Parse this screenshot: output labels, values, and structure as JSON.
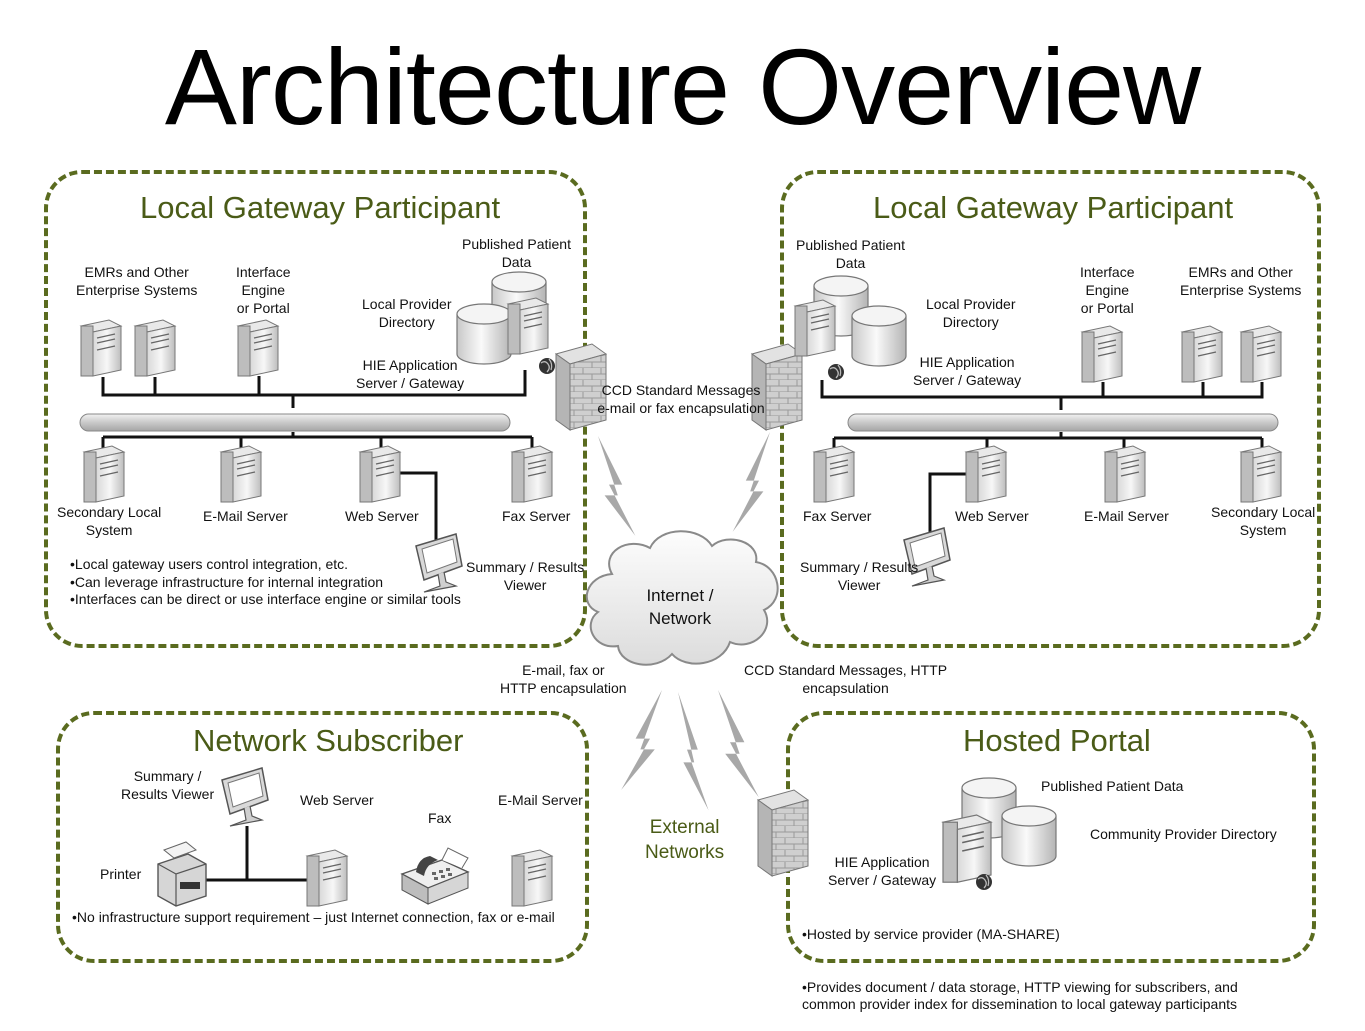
{
  "title": "Architecture Overview",
  "top_left": {
    "title": "Local Gateway Participant",
    "published_patient_data": "Published Patient\nData",
    "emrs": "EMRs and Other\nEnterprise Systems",
    "interface_engine": "Interface\nEngine\nor Portal",
    "local_provider_directory": "Local Provider\nDirectory",
    "hie_server": "HIE Application\nServer / Gateway",
    "secondary_local": "Secondary Local\nSystem",
    "email_server": "E-Mail Server",
    "web_server": "Web Server",
    "fax_server": "Fax Server",
    "summary_viewer": "Summary / Results\nViewer",
    "bullets": [
      "Local  gateway users control integration, etc.",
      "Can leverage infrastructure for internal integration",
      "Interfaces can be direct or use interface engine or similar tools"
    ]
  },
  "top_right": {
    "title": "Local Gateway Participant",
    "published_patient_data": "Published Patient\nData",
    "local_provider_directory": "Local Provider\nDirectory",
    "hie_server": "HIE Application\nServer / Gateway",
    "interface_engine": "Interface\nEngine\nor Portal",
    "emrs": "EMRs and Other\nEnterprise Systems",
    "fax_server": "Fax Server",
    "web_server": "Web Server",
    "email_server": "E-Mail Server",
    "secondary_local": "Secondary Local\nSystem",
    "summary_viewer": "Summary / Results\nViewer"
  },
  "center": {
    "ccd_top": "CCD Standard Messages\ne-mail or fax encapsulation",
    "cloud": "Internet /\nNetwork",
    "email_fax_http": "E-mail, fax or\nHTTP encapsulation",
    "ccd_http": "CCD Standard Messages, HTTP\nencapsulation",
    "external_networks": "External\nNetworks"
  },
  "network_subscriber": {
    "title": "Network Subscriber",
    "summary_viewer": "Summary /\nResults Viewer",
    "web_server": "Web Server",
    "email_server": "E-Mail Server",
    "fax": "Fax",
    "printer": "Printer",
    "bullets": [
      "No infrastructure support requirement – just Internet connection, fax or e-mail"
    ]
  },
  "hosted_portal": {
    "title": "Hosted Portal",
    "published_patient_data": "Published Patient Data",
    "community_provider_directory": "Community Provider Directory",
    "hie_server": "HIE Application\nServer / Gateway",
    "bullets": [
      "Hosted by service provider (MA-SHARE)",
      "Provides document / data storage, HTTP viewing for subscribers, and\ncommon provider index for dissemination to local gateway participants"
    ]
  },
  "colors": {
    "accent": "#5a6b1f",
    "title_green": "#4a5b17",
    "bolt": "#a8a8a8"
  }
}
